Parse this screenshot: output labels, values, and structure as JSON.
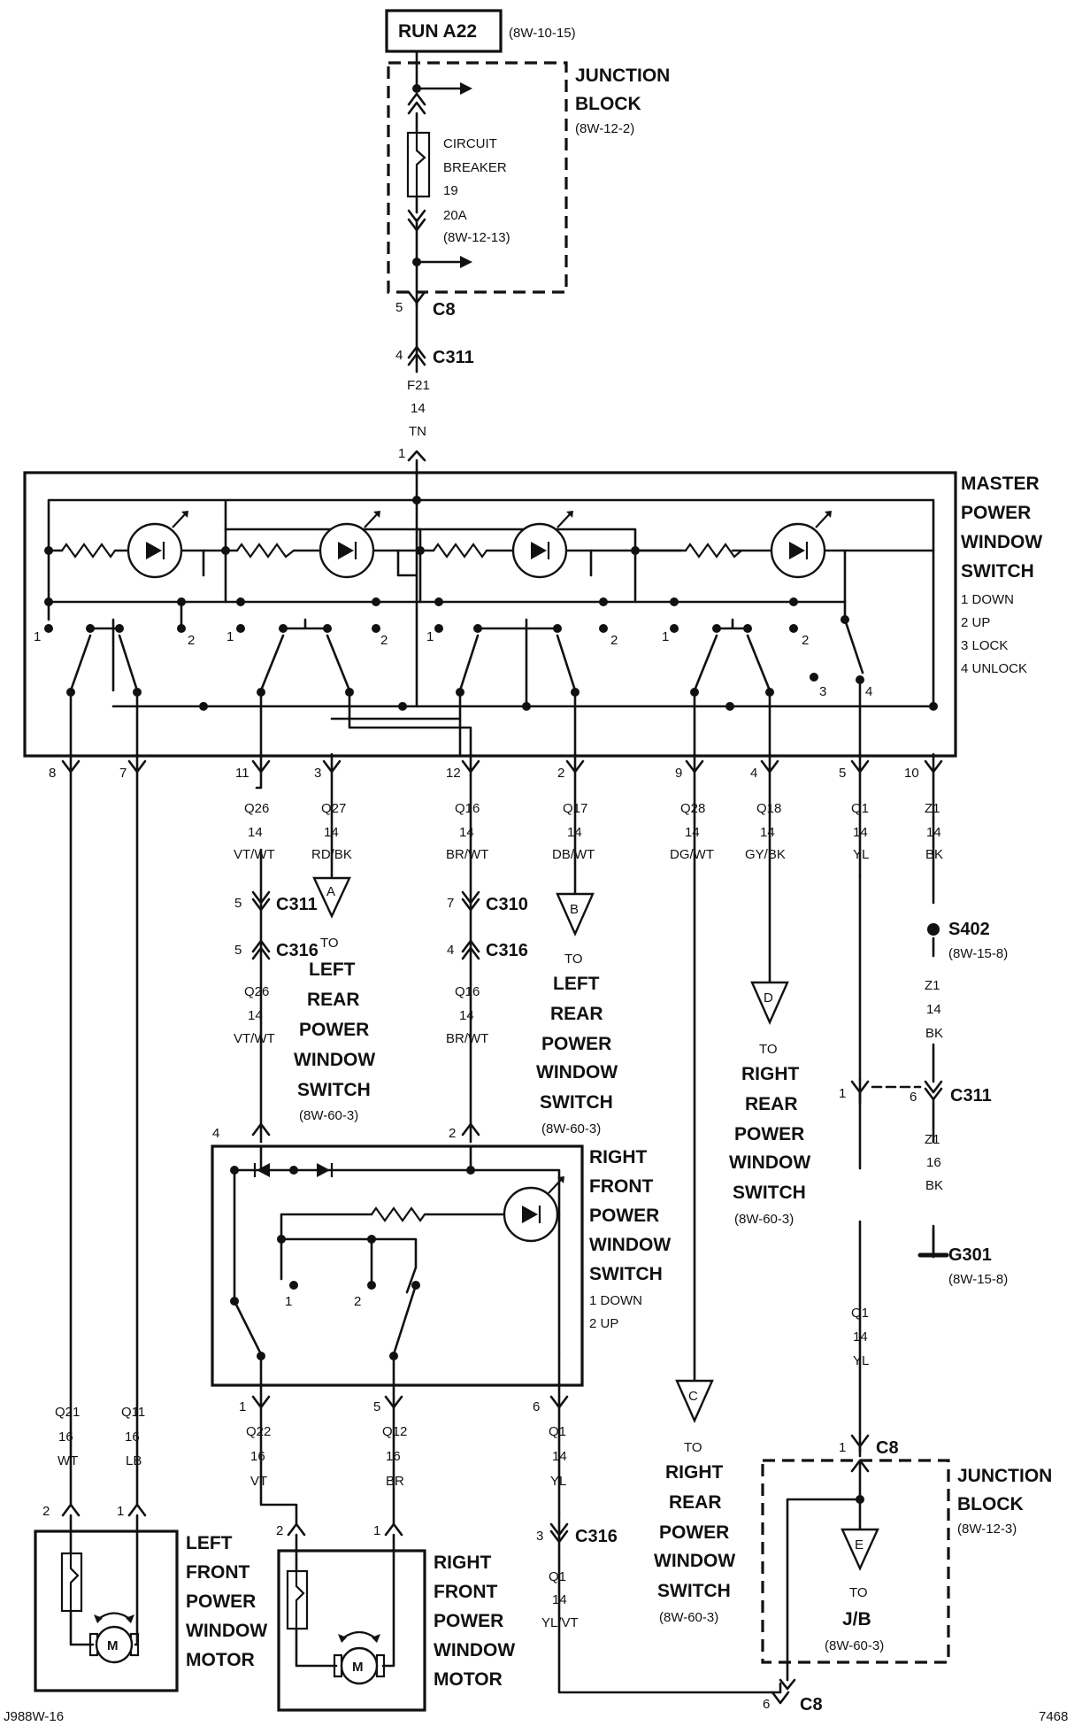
{
  "feed": {
    "label": "RUN A22",
    "ref": "(8W-10-15)"
  },
  "junction_block_top": {
    "title1": "JUNCTION",
    "title2": "BLOCK",
    "ref": "(8W-12-2)",
    "cb1": "CIRCUIT",
    "cb2": "BREAKER",
    "cb3": "19",
    "cb4": "20A",
    "cb5": "(8W-12-13)"
  },
  "top_connectors": {
    "c8_pin": "5",
    "c8": "C8",
    "c311_pin": "4",
    "c311": "C311"
  },
  "feed_wire": {
    "circuit": "F21",
    "gauge": "14",
    "color": "TN",
    "pin": "1"
  },
  "master_switch": {
    "title": [
      "MASTER",
      "POWER",
      "WINDOW",
      "SWITCH"
    ],
    "legend": [
      "1 DOWN",
      "2 UP",
      "3 LOCK",
      "4 UNLOCK"
    ],
    "contacts": {
      "one": "1",
      "two": "2",
      "three": "3",
      "four": "4"
    },
    "pins": [
      "8",
      "7",
      "11",
      "3",
      "12",
      "2",
      "9",
      "4",
      "5",
      "10"
    ]
  },
  "wires": {
    "q26": {
      "circuit": "Q26",
      "gauge": "14",
      "color": "VT/WT"
    },
    "q27": {
      "circuit": "Q27",
      "gauge": "14",
      "color": "RD/BK"
    },
    "q16": {
      "circuit": "Q16",
      "gauge": "14",
      "color": "BR/WT"
    },
    "q17": {
      "circuit": "Q17",
      "gauge": "14",
      "color": "DB/WT"
    },
    "q28": {
      "circuit": "Q28",
      "gauge": "14",
      "color": "DG/WT"
    },
    "q18": {
      "circuit": "Q18",
      "gauge": "14",
      "color": "GY/BK"
    },
    "q1": {
      "circuit": "Q1",
      "gauge": "14",
      "color": "YL"
    },
    "z1": {
      "circuit": "Z1",
      "gauge": "14",
      "color": "BK"
    },
    "z1b": {
      "circuit": "Z1",
      "gauge": "14",
      "color": "BK"
    },
    "z1c": {
      "circuit": "Z1",
      "gauge": "16",
      "color": "BK"
    },
    "q26b": {
      "circuit": "Q26",
      "gauge": "14",
      "color": "VT/WT"
    },
    "q16b": {
      "circuit": "Q16",
      "gauge": "14",
      "color": "BR/WT"
    },
    "q1b": {
      "circuit": "Q1",
      "gauge": "14",
      "color": "YL"
    },
    "q21": {
      "circuit": "Q21",
      "gauge": "16",
      "color": "WT"
    },
    "q11": {
      "circuit": "Q11",
      "gauge": "16",
      "color": "LB"
    },
    "q22": {
      "circuit": "Q22",
      "gauge": "16",
      "color": "VT"
    },
    "q12": {
      "circuit": "Q12",
      "gauge": "16",
      "color": "BR"
    },
    "q1c": {
      "circuit": "Q1",
      "gauge": "14",
      "color": "YL"
    },
    "q1d": {
      "circuit": "Q1",
      "gauge": "14",
      "color": "YL/VT"
    }
  },
  "connectors": {
    "c311_a": {
      "pin": "5",
      "name": "C311"
    },
    "c316_a": {
      "pin": "5",
      "name": "C316"
    },
    "c310": {
      "pin": "7",
      "name": "C310"
    },
    "c316_b": {
      "pin": "4",
      "name": "C316"
    },
    "c311_b_left": "1",
    "c311_b_right": "6",
    "c311_b": "C311",
    "c316_c": {
      "pin": "3",
      "name": "C316"
    },
    "c8_b": {
      "pin": "1",
      "name": "C8"
    },
    "c8_c": {
      "pin": "6",
      "name": "C8"
    }
  },
  "splice": {
    "name": "S402",
    "ref": "(8W-15-8)"
  },
  "ground": {
    "name": "G301",
    "ref": "(8W-15-8)"
  },
  "offpage": {
    "a": {
      "letter": "A",
      "to": "TO",
      "lines": [
        "LEFT",
        "REAR",
        "POWER",
        "WINDOW",
        "SWITCH"
      ],
      "ref": "(8W-60-3)"
    },
    "b": {
      "letter": "B",
      "to": "TO",
      "lines": [
        "LEFT",
        "REAR",
        "POWER",
        "WINDOW",
        "SWITCH"
      ],
      "ref": "(8W-60-3)"
    },
    "c": {
      "letter": "C",
      "to": "TO",
      "lines": [
        "RIGHT",
        "REAR",
        "POWER",
        "WINDOW",
        "SWITCH"
      ],
      "ref": "(8W-60-3)"
    },
    "d": {
      "letter": "D",
      "to": "TO",
      "lines": [
        "RIGHT",
        "REAR",
        "POWER",
        "WINDOW",
        "SWITCH"
      ],
      "ref": "(8W-60-3)"
    },
    "e": {
      "letter": "E",
      "to": "TO",
      "lines": [
        "J/B"
      ],
      "ref": "(8W-60-3)"
    }
  },
  "rf_switch": {
    "title": [
      "RIGHT",
      "FRONT",
      "POWER",
      "WINDOW",
      "SWITCH"
    ],
    "legend": [
      "1 DOWN",
      "2 UP"
    ],
    "top_pin_left": "4",
    "top_pin_right": "2",
    "c1": "1",
    "c2": "2",
    "bottom_pins": [
      "1",
      "5",
      "6"
    ]
  },
  "junction_block_bottom": {
    "title1": "JUNCTION",
    "title2": "BLOCK",
    "ref": "(8W-12-3)"
  },
  "lf_motor": {
    "title": [
      "LEFT",
      "FRONT",
      "POWER",
      "WINDOW",
      "MOTOR"
    ],
    "pin_left": "2",
    "pin_right": "1",
    "m": "M"
  },
  "rf_motor": {
    "title": [
      "RIGHT",
      "FRONT",
      "POWER",
      "WINDOW",
      "MOTOR"
    ],
    "pin_left": "2",
    "pin_right": "1",
    "m": "M"
  },
  "footer": {
    "code": "J988W-16",
    "num": "7468"
  }
}
